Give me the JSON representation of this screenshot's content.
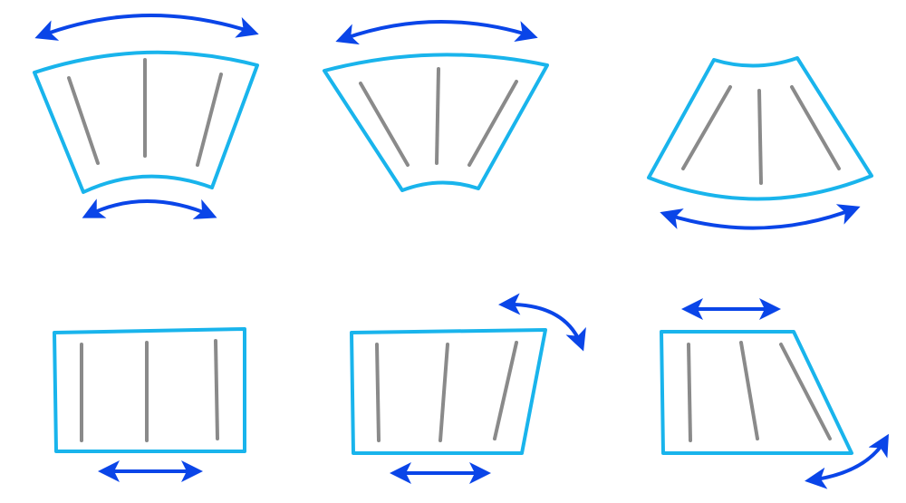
{
  "colors": {
    "background": "#ffffff",
    "outline": "#19b4ec",
    "stripe": "#8a8a8a",
    "arrow": "#0a45e8"
  },
  "shapes": [
    {
      "id": "fan-narrow-bottom",
      "kind": "curved-sector",
      "stripes": 3,
      "arrows": [
        "top-curved-double",
        "bottom-curved-double"
      ]
    },
    {
      "id": "fan-narrow-bottom-wide",
      "kind": "curved-sector",
      "stripes": 3,
      "arrows": [
        "top-curved-double"
      ]
    },
    {
      "id": "fan-narrow-top",
      "kind": "curved-sector-inverted",
      "stripes": 3,
      "arrows": [
        "bottom-curved-double"
      ]
    },
    {
      "id": "rectangle",
      "kind": "rectangle",
      "stripes": 3,
      "arrows": [
        "bottom-straight-double"
      ]
    },
    {
      "id": "skewed-rectangle",
      "kind": "skewed-rectangle",
      "stripes": 3,
      "arrows": [
        "bottom-straight-double",
        "corner-curved-double"
      ]
    },
    {
      "id": "trapezoid",
      "kind": "trapezoid",
      "stripes": 3,
      "arrows": [
        "top-straight-double",
        "corner-curved-double"
      ]
    }
  ]
}
